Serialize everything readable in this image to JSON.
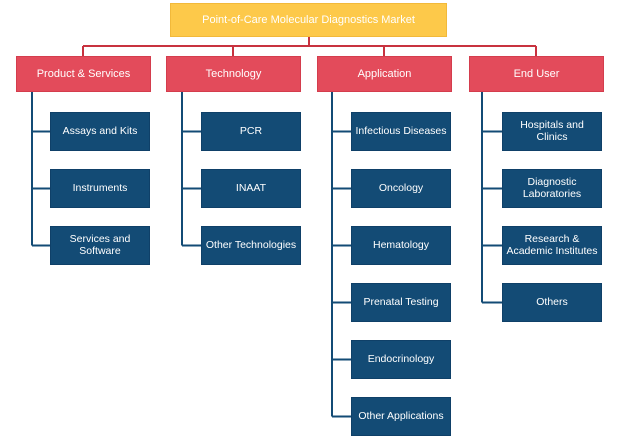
{
  "root": {
    "label": "Point-of-Care Molecular Diagnostics Market"
  },
  "categories": [
    {
      "label": "Product & Services",
      "items": [
        "Assays and Kits",
        "Instruments",
        "Services and\nSoftware"
      ]
    },
    {
      "label": "Technology",
      "items": [
        "PCR",
        "INAAT",
        "Other Technologies"
      ]
    },
    {
      "label": "Application",
      "items": [
        "Infectious Diseases",
        "Oncology",
        "Hematology",
        "Prenatal Testing",
        "Endocrinology",
        "Other Applications"
      ]
    },
    {
      "label": "End User",
      "items": [
        "Hospitals and Clinics",
        "Diagnostic\nLaboratories",
        "Research &\nAcademic Institutes",
        "Others"
      ]
    }
  ],
  "colors": {
    "root_fill": "#fdc94a",
    "category_fill": "#e34b5b",
    "leaf_fill": "#134b75",
    "connector_red": "#c8323f",
    "connector_blue": "#134b75"
  }
}
